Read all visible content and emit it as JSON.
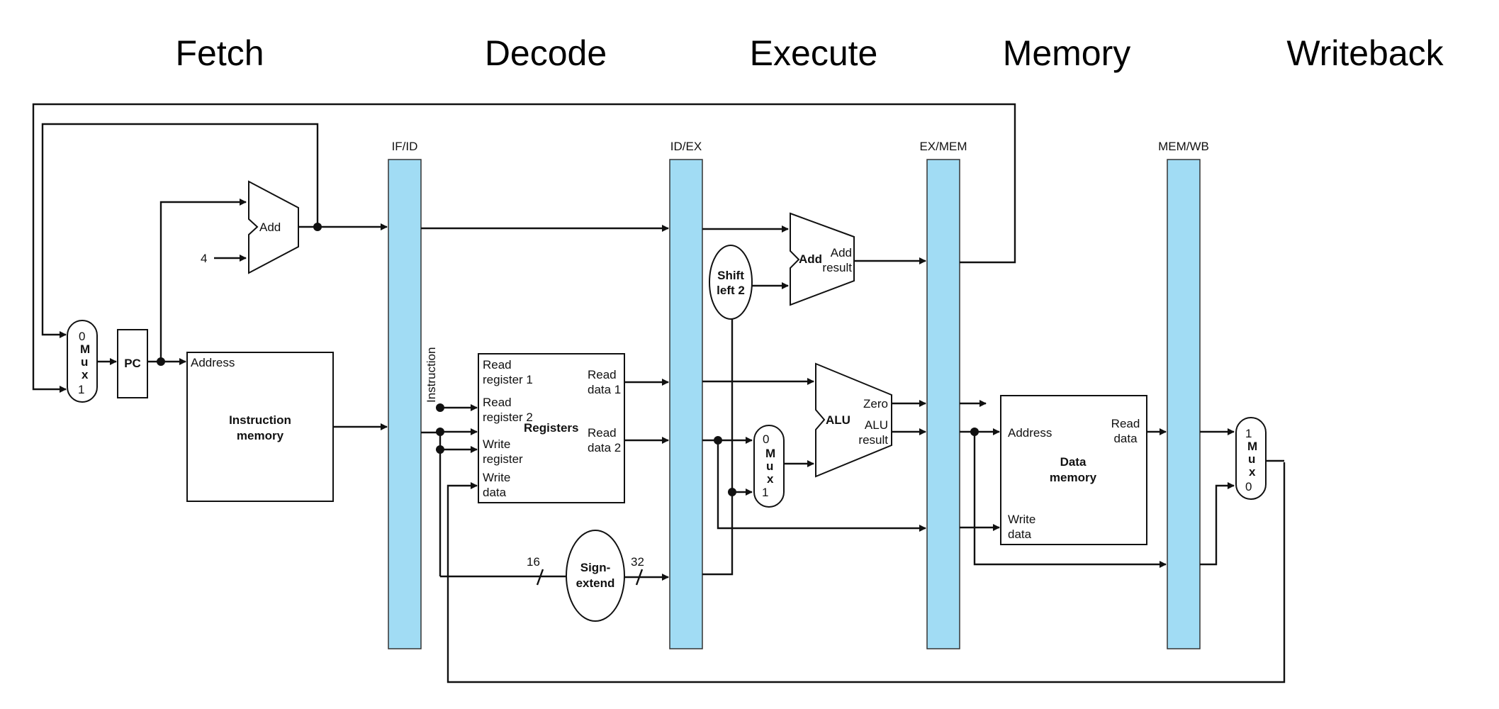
{
  "stages": [
    "Fetch",
    "Decode",
    "Execute",
    "Memory",
    "Writeback"
  ],
  "pipeline_registers": [
    "IF/ID",
    "ID/EX",
    "EX/MEM",
    "MEM/WB"
  ],
  "fetch": {
    "mux": [
      "0",
      "M",
      "u",
      "x",
      "1"
    ],
    "pc": "PC",
    "add": "Add",
    "four": "4",
    "imem_address": "Address",
    "imem_title": [
      "Instruction",
      "memory"
    ]
  },
  "decode": {
    "instruction": "Instruction",
    "regs_title": "Registers",
    "read_reg1": [
      "Read",
      "register 1"
    ],
    "read_reg2": [
      "Read",
      "register 2"
    ],
    "write_reg": [
      "Write",
      "register"
    ],
    "write_data": [
      "Write",
      "data"
    ],
    "read_data1": [
      "Read",
      "data 1"
    ],
    "read_data2": [
      "Read",
      "data 2"
    ],
    "sign_extend": [
      "Sign-",
      "extend"
    ],
    "in_bits": "16",
    "out_bits": "32"
  },
  "execute": {
    "shift": [
      "Shift",
      "left 2"
    ],
    "add": "Add",
    "add_result": [
      "Add",
      "result"
    ],
    "alu": "ALU",
    "zero": "Zero",
    "alu_result": [
      "ALU",
      "result"
    ],
    "mux": [
      "0",
      "M",
      "u",
      "x",
      "1"
    ]
  },
  "memory": {
    "address": "Address",
    "read_data": [
      "Read",
      "data"
    ],
    "title": [
      "Data",
      "memory"
    ],
    "write_data": [
      "Write",
      "data"
    ]
  },
  "writeback": {
    "mux": [
      "1",
      "M",
      "u",
      "x",
      "0"
    ]
  }
}
